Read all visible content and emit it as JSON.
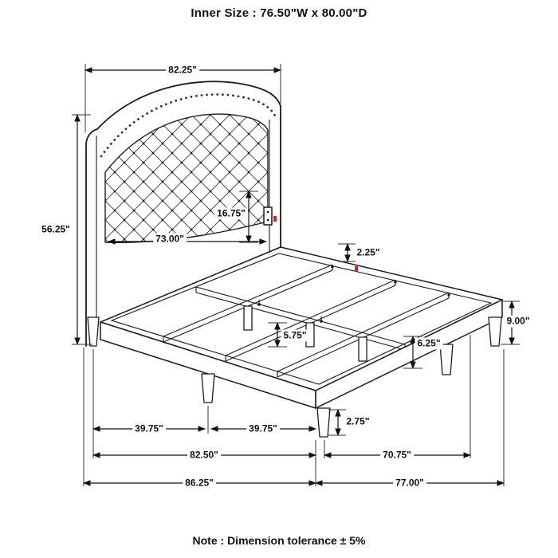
{
  "title": "Inner Size : 76.50\"W x 80.00\"D",
  "note": "Note : Dimension tolerance ± 5%",
  "colors": {
    "line": "#1a1a1a",
    "hardware_accent": "#c22a22"
  },
  "dims": {
    "headboard_width": "82.25\"",
    "headboard_height": "56.25\"",
    "headboard_inner_width": "73.00\"",
    "headboard_panel_height": "16.75\"",
    "rail_thickness": "2.25\"",
    "side_rail_height": "9.00\"",
    "center_leg_height": "5.75\"",
    "foot_rail_height": "6.25\"",
    "front_leg_height": "2.75\"",
    "slat_span_left": "39.75\"",
    "slat_span_right": "39.75\"",
    "frame_width": "82.50\"",
    "foot_width": "70.75\"",
    "overall_width": "86.25\"",
    "overall_depth": "77.00\""
  }
}
